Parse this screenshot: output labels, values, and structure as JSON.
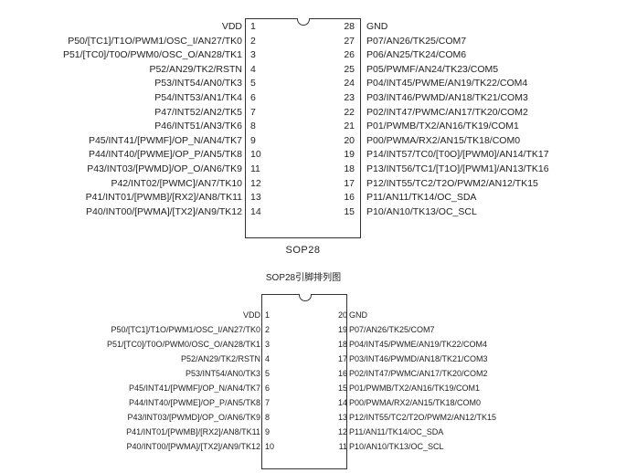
{
  "sop28": {
    "package_label": "SOP28",
    "caption": "SOP28引脚排列图",
    "left": [
      {
        "num": "1",
        "label": "VDD"
      },
      {
        "num": "2",
        "label": "P50/[TC1]/T1O/PWM1/OSC_I/AN27/TK0"
      },
      {
        "num": "3",
        "label": "P51/[TC0]/T0O/PWM0/OSC_O/AN28/TK1"
      },
      {
        "num": "4",
        "label": "P52/AN29/TK2/RSTN"
      },
      {
        "num": "5",
        "label": "P53/INT54/AN0/TK3"
      },
      {
        "num": "6",
        "label": "P54/INT53/AN1/TK4"
      },
      {
        "num": "7",
        "label": "P47/INT52/AN2/TK5"
      },
      {
        "num": "8",
        "label": "P46/INT51/AN3/TK6"
      },
      {
        "num": "9",
        "label": "P45/INT41/[PWMF]/OP_N/AN4/TK7"
      },
      {
        "num": "10",
        "label": "P44/INT40/[PWME]/OP_P/AN5/TK8"
      },
      {
        "num": "11",
        "label": "P43/INT03/[PWMD]/OP_O/AN6/TK9"
      },
      {
        "num": "12",
        "label": "P42/INT02/[PWMC]/AN7/TK10"
      },
      {
        "num": "13",
        "label": "P41/INT01/[PWMB]/[RX2]/AN8/TK11"
      },
      {
        "num": "14",
        "label": "P40/INT00/[PWMA]/[TX2]/AN9/TK12"
      }
    ],
    "right": [
      {
        "num": "28",
        "label": "GND"
      },
      {
        "num": "27",
        "label": "P07/AN26/TK25/COM7"
      },
      {
        "num": "26",
        "label": "P06/AN25/TK24/COM6"
      },
      {
        "num": "25",
        "label": "P05/PWMF/AN24/TK23/COM5"
      },
      {
        "num": "24",
        "label": "P04/INT45/PWME/AN19/TK22/COM4"
      },
      {
        "num": "23",
        "label": "P03/INT46/PWMD/AN18/TK21/COM3"
      },
      {
        "num": "22",
        "label": "P02/INT47/PWMC/AN17/TK20/COM2"
      },
      {
        "num": "21",
        "label": "P01/PWMB/TX2/AN16/TK19/COM1"
      },
      {
        "num": "20",
        "label": "P00/PWMA/RX2/AN15/TK18/COM0"
      },
      {
        "num": "19",
        "label": "P14/INT57/TC0/[T0O]/[PWM0]/AN14/TK17"
      },
      {
        "num": "18",
        "label": "P13/INT56/TC1/[T1O]/[PWM1]/AN13/TK16"
      },
      {
        "num": "17",
        "label": "P12/INT55/TC2/T2O/PWM2/AN12/TK15"
      },
      {
        "num": "16",
        "label": "P11/AN11/TK14/OC_SDA"
      },
      {
        "num": "15",
        "label": "P10/AN10/TK13/OC_SCL"
      }
    ]
  },
  "sop20": {
    "left": [
      {
        "num": "1",
        "label": "VDD"
      },
      {
        "num": "2",
        "label": "P50/[TC1]/T1O/PWM1/OSC_I/AN27/TK0"
      },
      {
        "num": "3",
        "label": "P51/[TC0]/T0O/PWM0/OSC_O/AN28/TK1"
      },
      {
        "num": "4",
        "label": "P52/AN29/TK2/RSTN"
      },
      {
        "num": "5",
        "label": "P53/INT54/AN0/TK3"
      },
      {
        "num": "6",
        "label": "P45/INT41/[PWMF]/OP_N/AN4/TK7"
      },
      {
        "num": "7",
        "label": "P44/INT40/[PWME]/OP_P/AN5/TK8"
      },
      {
        "num": "8",
        "label": "P43/INT03/[PWMD]/OP_O/AN6/TK9"
      },
      {
        "num": "9",
        "label": "P41/INT01/[PWMB]/[RX2]/AN8/TK11"
      },
      {
        "num": "10",
        "label": "P40/INT00/[PWMA]/[TX2]/AN9/TK12"
      }
    ],
    "right": [
      {
        "num": "20",
        "label": "GND"
      },
      {
        "num": "19",
        "label": "P07/AN26/TK25/COM7"
      },
      {
        "num": "18",
        "label": "P04/INT45/PWME/AN19/TK22/COM4"
      },
      {
        "num": "17",
        "label": "P03/INT46/PWMD/AN18/TK21/COM3"
      },
      {
        "num": "16",
        "label": "P02/INT47/PWMC/AN17/TK20/COM2"
      },
      {
        "num": "15",
        "label": "P01/PWMB/TX2/AN16/TK19/COM1"
      },
      {
        "num": "14",
        "label": "P00/PWMA/RX2/AN15/TK18/COM0"
      },
      {
        "num": "13",
        "label": "P12/INT55/TC2/T2O/PWM2/AN12/TK15"
      },
      {
        "num": "12",
        "label": "P11/AN11/TK14/OC_SDA"
      },
      {
        "num": "11",
        "label": "P10/AN10/TK13/OC_SCL"
      }
    ]
  }
}
